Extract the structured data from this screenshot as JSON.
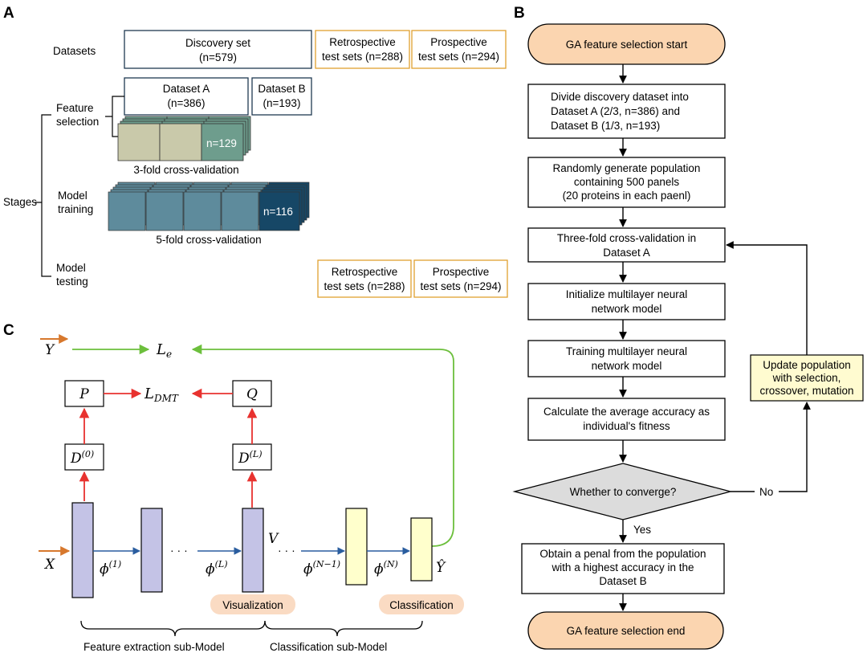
{
  "panels": {
    "a": "A",
    "b": "B",
    "c": "C"
  },
  "colors": {
    "dark_blue": "#1f3a52",
    "orange_border": "#e0a030",
    "start_end_fill": "#fbd5b0",
    "decision_fill": "#dcdcdc",
    "update_fill": "#fffbd0",
    "bar_purple": "#c4c3e6",
    "bar_yellow": "#ffffcc",
    "arrow_red": "#e8322f",
    "arrow_green": "#6cbf3c",
    "arrow_blue": "#2a5d9f",
    "arrow_orange": "#d7782d",
    "highlight": "#fadbc3",
    "cv_beige": "#c9c9aa",
    "cv_green": "#6e9d8d",
    "cv_teal": "#5e8b9c",
    "cv_dark": "#164766"
  },
  "a": {
    "datasets_label": "Datasets",
    "discovery": {
      "line1": "Discovery set",
      "line2": "(n=579)"
    },
    "retro": {
      "line1": "Retrospective",
      "line2": "test sets (n=288)"
    },
    "prosp": {
      "line1": "Prospective",
      "line2": "test sets (n=294)"
    },
    "dataset_a": {
      "line1": "Dataset A",
      "line2": "(n=386)"
    },
    "dataset_b": {
      "line1": "Dataset B",
      "line2": "(n=193)"
    },
    "stages_label": "Stages",
    "feature_selection": {
      "line1": "Feature",
      "line2": "selection"
    },
    "model_training": {
      "line1": "Model",
      "line2": "training"
    },
    "model_testing": {
      "line1": "Model",
      "line2": "testing"
    },
    "fold3_count": "n=129",
    "fold3_caption": "3-fold cross-validation",
    "fold5_count": "n=116",
    "fold5_caption": "5-fold cross-validation",
    "retro2": {
      "line1": "Retrospective",
      "line2": "test sets (n=288)"
    },
    "prosp2": {
      "line1": "Prospective",
      "line2": "test sets (n=294)"
    }
  },
  "b": {
    "start": "GA feature selection start",
    "step1": {
      "line1": "Divide discovery dataset into",
      "line2": "Dataset A (2/3, n=386) and",
      "line3": "Dataset B (1/3, n=193)"
    },
    "step2": {
      "line1": "Randomly generate population",
      "line2": "containing 500 panels",
      "line3": "(20 proteins in each paenl)"
    },
    "step3": {
      "line1": "Three-fold cross-validation in",
      "line2": "Dataset A"
    },
    "step4": {
      "line1": "Initialize multilayer neural",
      "line2": "network model"
    },
    "step5": {
      "line1": "Training multilayer neural",
      "line2": "network model"
    },
    "step6": {
      "line1": "Calculate the average accuracy as",
      "line2": "individual's fitness"
    },
    "decision": "Whether to converge?",
    "no": "No",
    "yes": "Yes",
    "update": {
      "line1": "Update population",
      "line2": "with selection,",
      "line3": "crossover, mutation"
    },
    "step7": {
      "line1": "Obtain a penal from the population",
      "line2": "with a highest accuracy in the",
      "line3": "Dataset B"
    },
    "end": "GA feature selection end"
  },
  "c": {
    "y": "Y",
    "le_main": "L",
    "le_sub": "e",
    "p": "P",
    "q": "Q",
    "ldmt_main": "L",
    "ldmt_sub": "DMT",
    "d0_main": "D",
    "d0_sup": "(0)",
    "dl_main": "D",
    "dl_sup": "(L)",
    "x": "X",
    "phi1_main": "ϕ",
    "phi1_sup": "(1)",
    "phil_main": "ϕ",
    "phil_sup": "(L)",
    "phin1_main": "ϕ",
    "phin1_sup": "(N−1)",
    "phin_main": "ϕ",
    "phin_sup": "(N)",
    "dots1": "· · ·",
    "dots2": "· · ·",
    "v": "V",
    "yhat": "Ŷ",
    "visualization": "Visualization",
    "classification": "Classification",
    "feature_sub": "Feature extraction sub-Model",
    "class_sub": "Classification sub-Model"
  }
}
